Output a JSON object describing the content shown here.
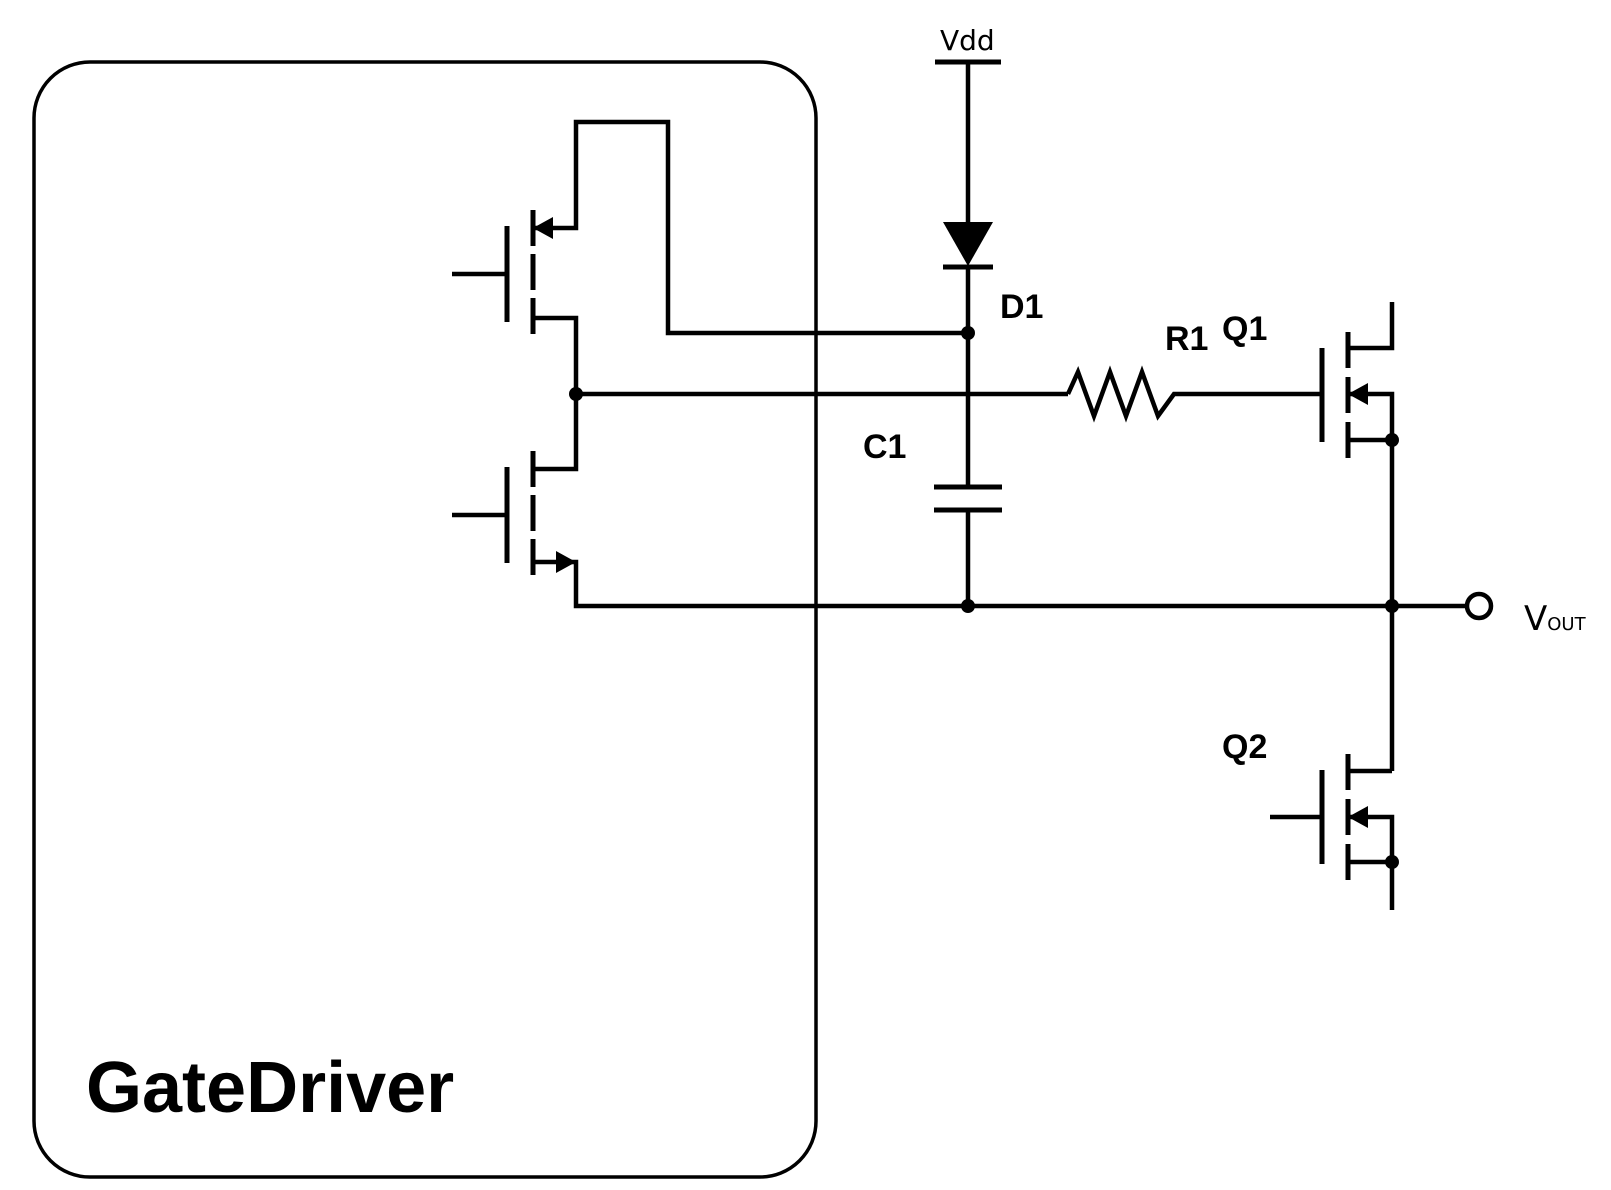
{
  "diagram": {
    "block_label": "GateDriver",
    "supply_label": "Vdd",
    "output_label": "V",
    "output_subscript": "OUT",
    "components": {
      "diode": "D1",
      "resistor": "R1",
      "capacitor": "C1",
      "high_side_mosfet": "Q1",
      "low_side_mosfet": "Q2"
    }
  }
}
